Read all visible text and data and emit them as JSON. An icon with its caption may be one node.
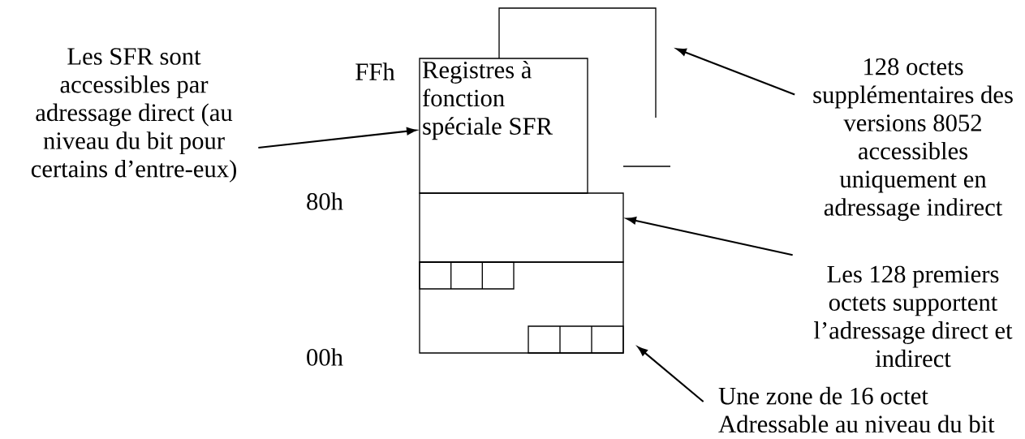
{
  "diagram": {
    "nodes": [
      {
        "text": [
          "Les SFR sont accessibles par adressage direct (au niveau du bit pour certains d’entre-eux)"
        ]
      },
      {
        "text": [],
        "shape": "box"
      },
      {
        "text": [
          "Registres à fonction spéciale SFR"
        ]
      },
      {
        "text": [],
        "shape": "box"
      },
      {
        "text": [],
        "shape": "box"
      },
      {
        "text": [],
        "shape": "box",
        "in": 4
      },
      {
        "text": [],
        "shape": "box",
        "in": 4
      },
      {
        "text": [
          "128 octets supplémentaires des versions 8052 accessibles uniquement en adressage indirect"
        ]
      },
      {
        "text": [
          "Les 128 premiers octets supportent l’adressage direct et indirect"
        ]
      },
      {
        "text": [
          "Une zone de 16 octet Adressable au niveau du bit"
        ]
      }
    ],
    "edges": [
      {
        "from": 0,
        "to": 2,
        "arrow": "to"
      },
      {
        "from": 7,
        "to": 1,
        "arrow": "to"
      },
      {
        "from": 8,
        "to": 3,
        "arrow": "to"
      },
      {
        "from": 9,
        "to": 6,
        "arrow": "to"
      }
    ],
    "labels": [
      "FFh",
      "80h",
      "00h"
    ]
  }
}
